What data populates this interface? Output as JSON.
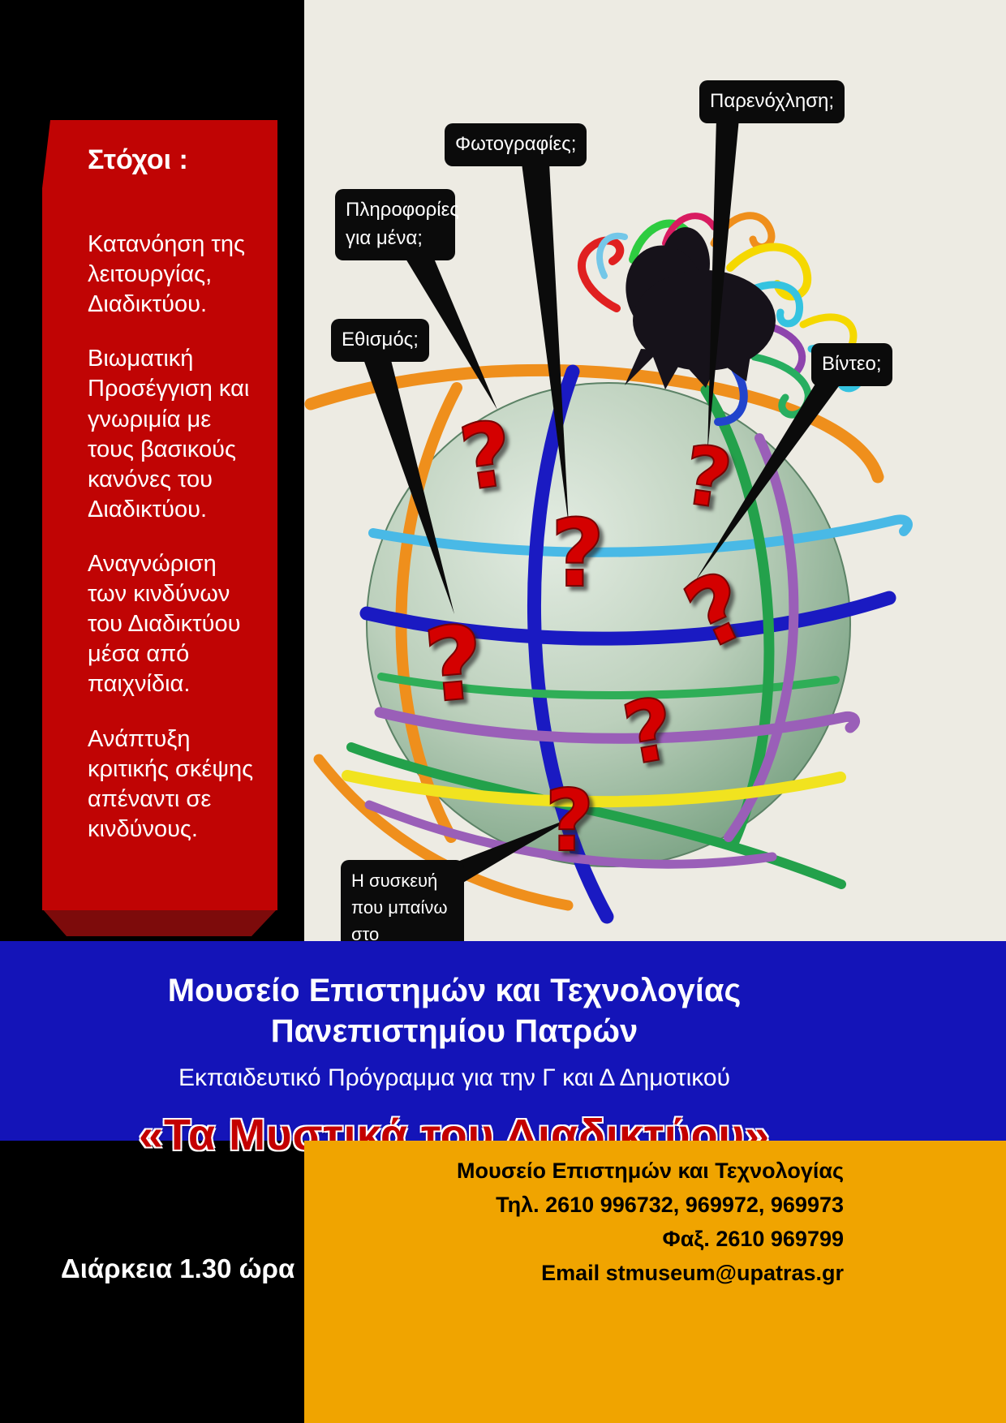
{
  "poster": {
    "goals_panel": {
      "title": "Στόχοι :",
      "items": [
        "Κατανόηση της λειτουργίας, Διαδικτύου.",
        "Βιωματική Προσέγγιση και γνωριμία με τους βασικούς κανόνες του Διαδικτύου.",
        "Αναγνώριση των κινδύνων του Διαδικτύου μέσα από παιχνίδια.",
        "Ανάπτυξη κριτικής σκέψης απέναντι σε κινδύνους."
      ]
    },
    "callouts": {
      "plirofories": "Πληροφορίες για μένα;",
      "photografies": "Φωτογραφίες;",
      "parenoxlisi": "Παρενόχληση;",
      "ethismos": "Εθισμός;",
      "video": "Βίντεο;",
      "syskevi": "Η συσκευή που μπαίνω στο Διαδίκτυο;"
    },
    "question_mark": "?",
    "program_band": {
      "museum_line1": "Μουσείο  Επιστημών και Τεχνολογίας",
      "museum_line2": "Πανεπιστημίου Πατρών",
      "program": "Εκπαιδευτικό Πρόγραμμα για την Γ και Δ Δημοτικού",
      "title": "«Τα Μυστικά του Διαδικτύου»"
    },
    "footer": {
      "duration": "Διάρκεια  1.30 ώρα",
      "contact_name": "Μουσείο Επιστημών και Τεχνολογίας",
      "phone": "Τηλ. 2610 996732, 969972, 969973",
      "fax": "Φαξ. 2610 969799",
      "email": "Email stmuseum@upatras.gr"
    },
    "colors": {
      "accent_red": "#c40000",
      "panel_red": "#c00404",
      "band_blue": "#1414b8",
      "band_orange": "#f0a400",
      "question_red": "#d40000",
      "background_cream": "#edebe3"
    }
  }
}
